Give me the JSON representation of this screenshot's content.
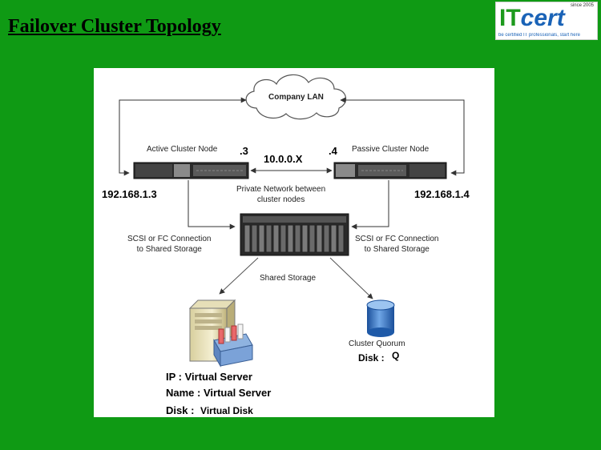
{
  "slide": {
    "title": "Failover Cluster Topology"
  },
  "logo": {
    "since": "since 2005",
    "brand_it": "IT",
    "brand_cert": "cert",
    "tagline": "be certified IT professionals, start here"
  },
  "diagram": {
    "cloud_label": "Company LAN",
    "active_node": {
      "label": "Active Cluster Node",
      "octet": ".3",
      "ip": "192.168.1.3"
    },
    "passive_node": {
      "label": "Passive Cluster Node",
      "octet": ".4",
      "ip": "192.168.1.4"
    },
    "heartbeat_network": "10.0.0.X",
    "private_network_line1": "Private Network between",
    "private_network_line2": "cluster nodes",
    "scsi_left_line1": "SCSI or FC Connection",
    "scsi_left_line2": "to Shared Storage",
    "scsi_right_line1": "SCSI or FC Connection",
    "scsi_right_line2": "to Shared Storage",
    "shared_storage_label": "Shared Storage",
    "quorum_label": "Cluster Quorum",
    "quorum_disk_key": "Disk :",
    "quorum_disk_value": "Q",
    "virtual_ip": "IP : Virtual Server",
    "virtual_name": "Name : Virtual Server",
    "virtual_disk_key": "Disk :",
    "virtual_disk_value": "Virtual Disk"
  }
}
